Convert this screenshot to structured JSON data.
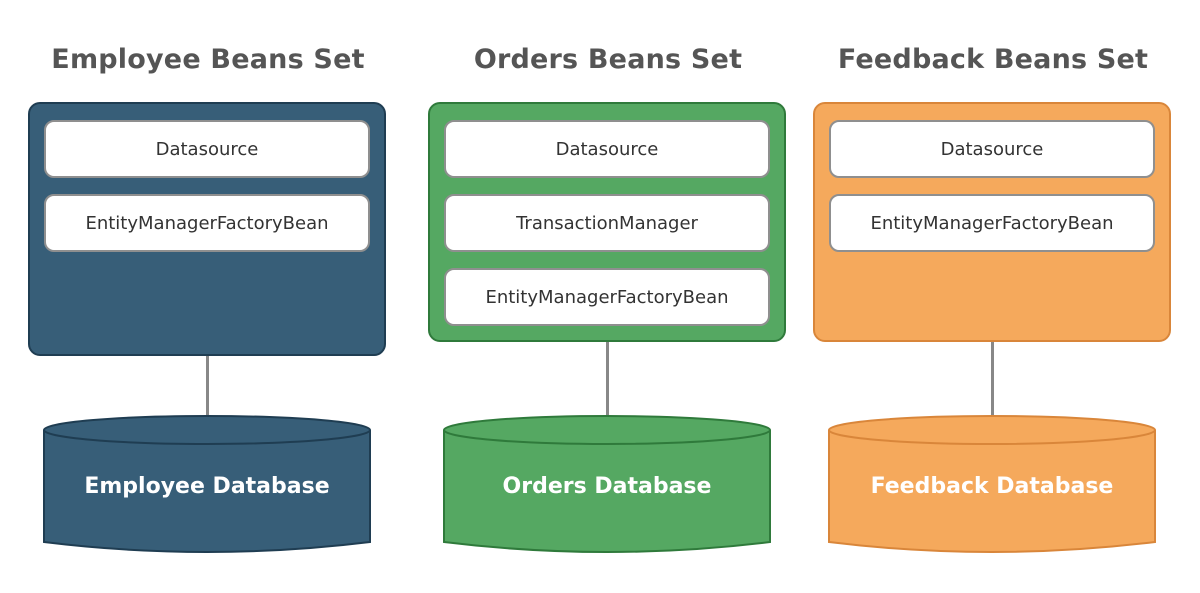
{
  "columns": [
    {
      "title": "Employee Beans Set",
      "color": "#375e78",
      "border_color": "#1f3d52",
      "beans": [
        "Datasource",
        "EntityManagerFactoryBean"
      ],
      "database": "Employee Database"
    },
    {
      "title": "Orders Beans Set",
      "color": "#55a862",
      "border_color": "#2f7a3b",
      "beans": [
        "Datasource",
        "TransactionManager",
        "EntityManagerFactoryBean"
      ],
      "database": "Orders Database"
    },
    {
      "title": "Feedback Beans Set",
      "color": "#f5a95c",
      "border_color": "#d9863a",
      "beans": [
        "Datasource",
        "EntityManagerFactoryBean"
      ],
      "database": "Feedback Database"
    }
  ]
}
